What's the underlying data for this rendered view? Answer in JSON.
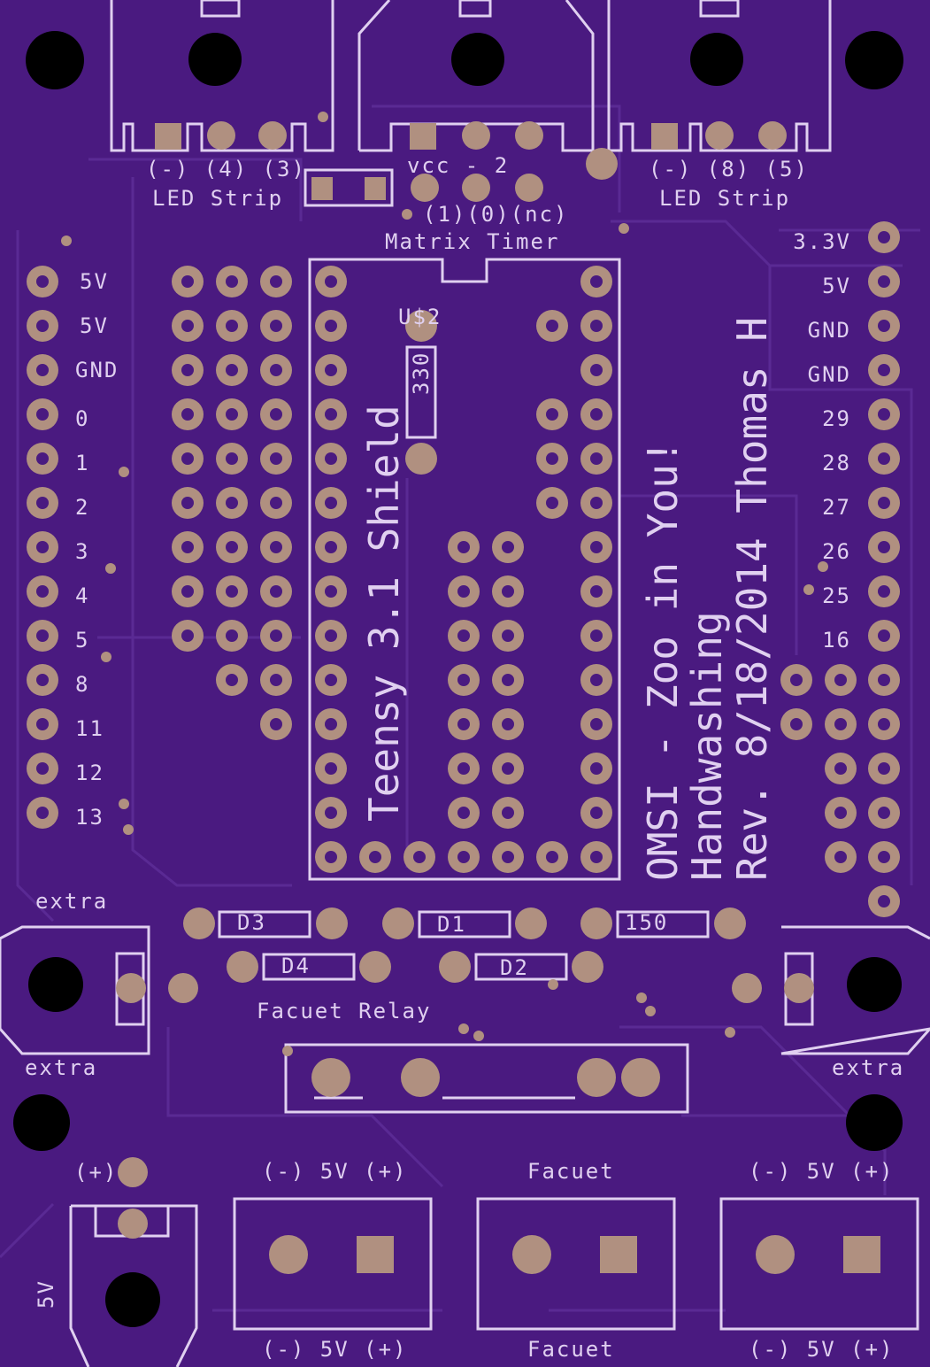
{
  "colors": {
    "board": "#4a1a80",
    "trace": "#5a2a94",
    "silk": "#e0d0f0",
    "pad": "#b09080",
    "hole": "#000000"
  },
  "top": {
    "led_left_pins": "(-) (4) (3)",
    "led_left_label": "LED Strip",
    "vcc": "vcc - 2",
    "matrix_pins": "(1)(0)(nc)",
    "matrix_label": "Matrix Timer",
    "led_right_pins": "(-) (8) (5)",
    "led_right_label": "LED Strip"
  },
  "left_pins": [
    "5V",
    "5V",
    "GND",
    "0",
    "1",
    "2",
    "3",
    "4",
    "5",
    "8",
    "11",
    "12",
    "13"
  ],
  "right_pins": [
    "3.3V",
    "5V",
    "GND",
    "GND",
    "29",
    "28",
    "27",
    "26",
    "25",
    "16"
  ],
  "center": {
    "u2": "U$2",
    "resistor": "330",
    "teensy": "Teensy 3.1 Shield",
    "title": "OMSI - Zoo in You!",
    "subtitle": "Handwashing",
    "rev": "Rev. 8/18/2014 Thomas H"
  },
  "diodes": {
    "d3": "D3",
    "d1": "D1",
    "r150": "150",
    "d4": "D4",
    "d2": "D2"
  },
  "extra_labels": [
    "extra",
    "extra",
    "extra"
  ],
  "relay_label": "Facuet Relay",
  "bottom": {
    "plus": "(+)",
    "v5_label": "5V",
    "conn1_top": "(-) 5V (+)",
    "conn1_bot": "(-) 5V (+)",
    "conn2_top": "Facuet",
    "conn2_bot": "Facuet",
    "conn3_top": "(-) 5V (+)",
    "conn3_bot": "(-) 5V (+)"
  }
}
